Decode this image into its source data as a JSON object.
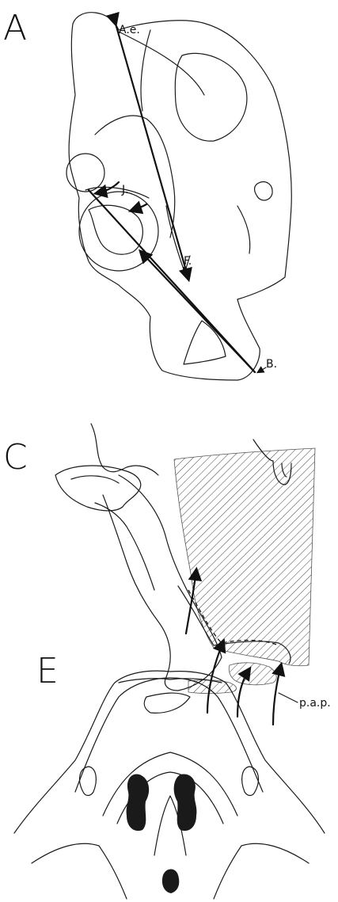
{
  "panels": {
    "a": {
      "letter": "A",
      "labels": {
        "ae": "A.e.",
        "j": "J.",
        "f": "F.",
        "b": "B."
      }
    },
    "c": {
      "letter": "C",
      "labels": {
        "pap": "p.a.p."
      }
    },
    "e": {
      "letter": "E"
    }
  },
  "colors": {
    "line": "#1a1a1a",
    "background": "#ffffff"
  }
}
